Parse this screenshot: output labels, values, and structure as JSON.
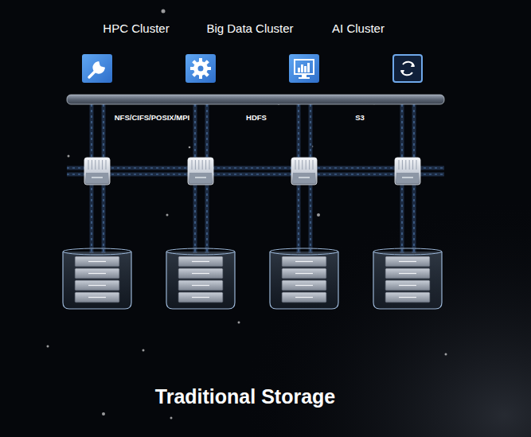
{
  "diagram": {
    "caption": "Traditional Storage",
    "labels": [
      "HPC Cluster",
      "Big Data Cluster",
      "AI Cluster",
      "NFS/CIFS/POSIX/MPI",
      "HDFS",
      "S3"
    ]
  }
}
